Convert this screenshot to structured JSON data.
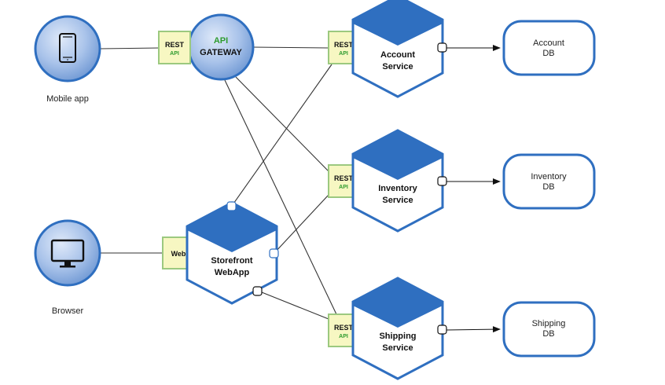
{
  "colors": {
    "hex_blue": "#2f6fc0",
    "hex_blue_dark": "#1f5aa5",
    "hex_fill": "#ffffff",
    "circle_fill_light": "#c9dbf5",
    "circle_fill_dark": "#7fa6dd",
    "circle_stroke": "#2f6fc0",
    "tag_fill": "#f7f7c2",
    "tag_stroke": "#9cc97f",
    "tag_api_green": "#2e9b2e",
    "line": "#333333"
  },
  "clients": {
    "mobile": {
      "label": "Mobile app",
      "icon": "mobile-phone-icon"
    },
    "browser": {
      "label": "Browser",
      "icon": "monitor-icon"
    }
  },
  "gateway": {
    "line1": "API",
    "line2": "GATEWAY"
  },
  "tags": {
    "gateway_rest": {
      "main": "REST",
      "sub": "API"
    },
    "account_rest": {
      "main": "REST",
      "sub": "API"
    },
    "inventory_rest": {
      "main": "REST",
      "sub": "API"
    },
    "shipping_rest": {
      "main": "REST",
      "sub": "API"
    },
    "web": {
      "main": "Web"
    }
  },
  "services": {
    "account": {
      "line1": "Account",
      "line2": "Service"
    },
    "inventory": {
      "line1": "Inventory",
      "line2": "Service"
    },
    "shipping": {
      "line1": "Shipping",
      "line2": "Service"
    },
    "storefront": {
      "line1": "Storefront",
      "line2": "WebApp"
    }
  },
  "databases": {
    "account": {
      "line1": "Account",
      "line2": "DB"
    },
    "inventory": {
      "line1": "Inventory",
      "line2": "DB"
    },
    "shipping": {
      "line1": "Shipping",
      "line2": "DB"
    }
  }
}
